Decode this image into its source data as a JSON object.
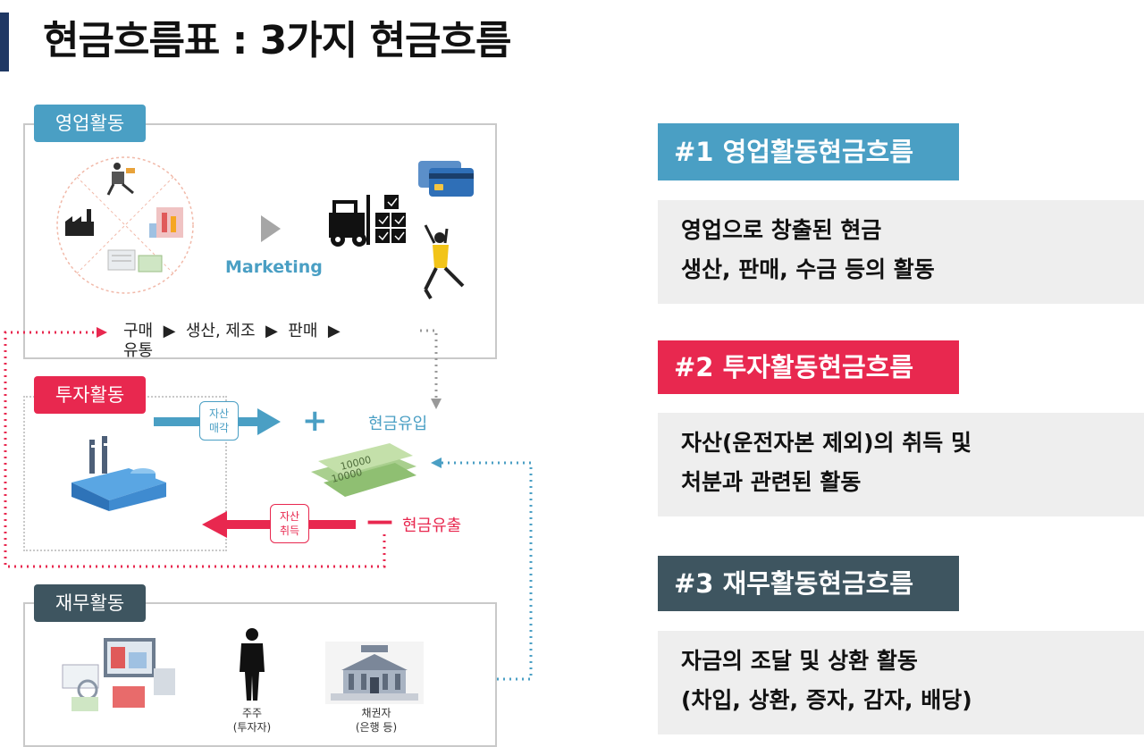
{
  "title": "현금흐름표 : 3가지 현금흐름",
  "operating": {
    "tag": "영업활동",
    "marketing": "Marketing",
    "flow": "구매  ▶  생산, 제조  ▶  판매  ▶\n유통"
  },
  "investing": {
    "tag": "투자활동",
    "sell_box": "자산\n매각",
    "buy_box": "자산\n취득",
    "plus": "+",
    "minus": "—",
    "inflow": "현금유입",
    "outflow": "현금유출"
  },
  "financing": {
    "tag": "재무활동",
    "shareholder": "주주\n(투자자)",
    "creditor": "채권자\n(은행 등)"
  },
  "right": {
    "items": [
      {
        "heading": "#1  영업활동현금흐름",
        "line1": "영업으로 창출된 현금",
        "line2": "생산, 판매, 수금 등의 활동",
        "color": "#4a9fc4"
      },
      {
        "heading": "#2  투자활동현금흐름",
        "line1": "자산(운전자본 제외)의 취득 및",
        "line2": "처분과 관련된 활동",
        "color": "#e8284f"
      },
      {
        "heading": "#3  재무활동현금흐름",
        "line1": "자금의 조달 및 상환 활동",
        "line2": "(차입, 상환, 증자, 감자, 배당)",
        "color": "#3e5560"
      }
    ]
  },
  "colors": {
    "blue": "#4a9fc4",
    "red": "#e8284f",
    "dark": "#3e5560",
    "navy": "#1f3864"
  }
}
